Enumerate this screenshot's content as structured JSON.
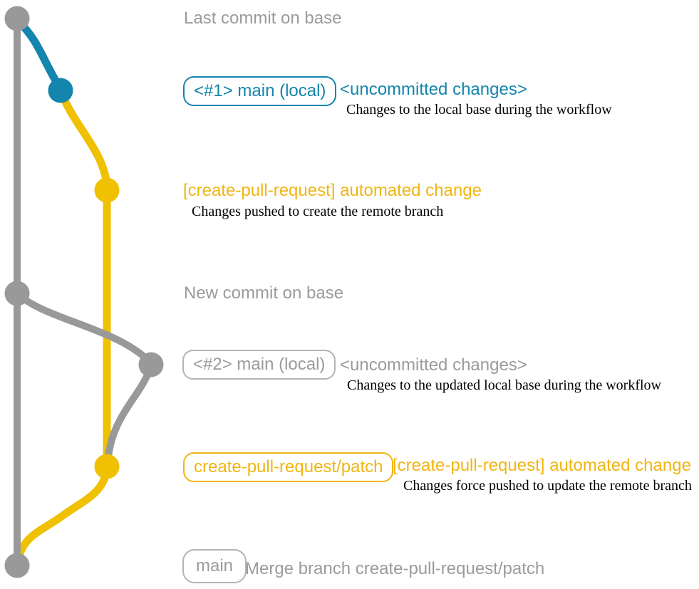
{
  "colors": {
    "gray_line": "#999999",
    "gray_text": "#9b9b9b",
    "gray_border": "#b4b4b4",
    "teal": "#1485ac",
    "yellow_line": "#f0c002",
    "yellow_text": "#f0b512",
    "annotation": "#000000"
  },
  "graph": {
    "nodes": [
      {
        "id": "last-commit-on-base",
        "color_name": "gray"
      },
      {
        "id": "local-main-1",
        "color_name": "teal"
      },
      {
        "id": "pr-branch-commit-1",
        "color_name": "yellow"
      },
      {
        "id": "new-commit-on-base",
        "color_name": "gray"
      },
      {
        "id": "local-main-2",
        "color_name": "gray"
      },
      {
        "id": "pr-branch-commit-2",
        "color_name": "yellow"
      },
      {
        "id": "merge-commit",
        "color_name": "gray"
      }
    ]
  },
  "rows": {
    "top": {
      "label": "Last commit on base"
    },
    "row1": {
      "branch_label": "<#1> main (local)",
      "status": "<uncommitted changes>",
      "description": "Changes to the local base during the workflow"
    },
    "row2": {
      "commit_message": "[create-pull-request] automated change",
      "description": "Changes pushed to create the remote branch"
    },
    "row3": {
      "label": "New commit on base"
    },
    "row4": {
      "branch_label": "<#2> main (local)",
      "status": "<uncommitted changes>",
      "description": "Changes to the updated local base during the workflow"
    },
    "row5": {
      "branch_label": "create-pull-request/patch",
      "commit_message": "[create-pull-request] automated change",
      "description": "Changes force pushed to update the remote branch"
    },
    "row6": {
      "branch_label": "main",
      "message": "Merge branch create-pull-request/patch"
    }
  }
}
